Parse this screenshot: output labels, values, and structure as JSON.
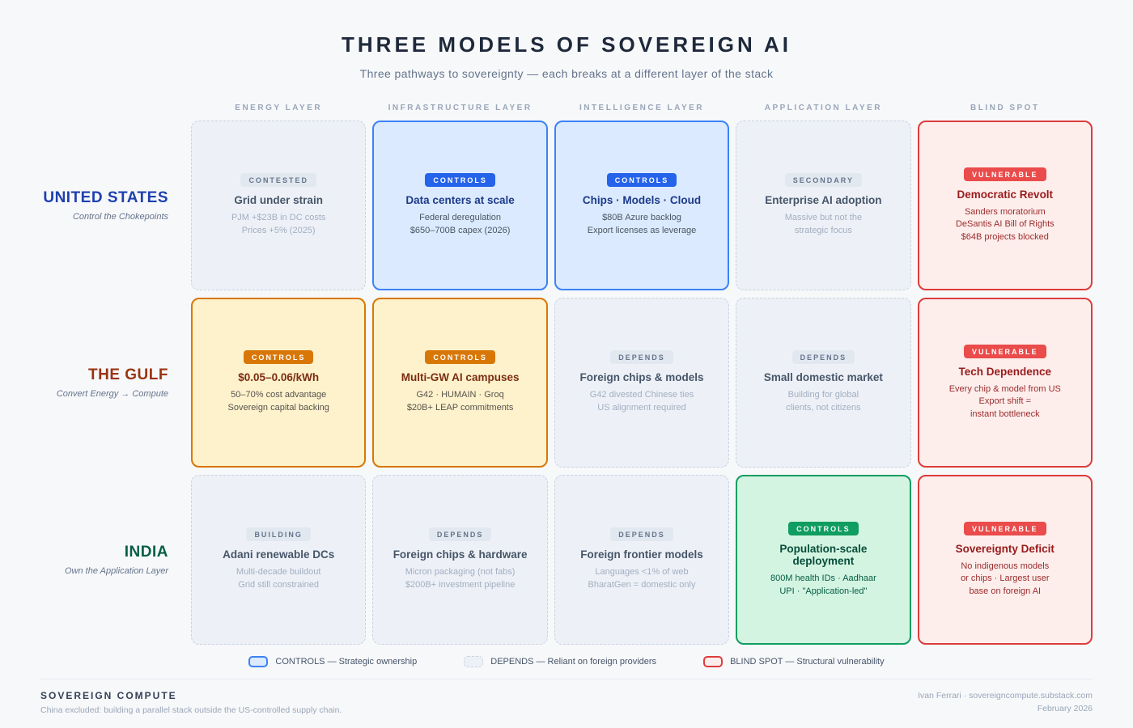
{
  "header": {
    "title": "THREE MODELS OF SOVEREIGN AI",
    "subtitle": "Three pathways to sovereignty — each breaks at a different layer of the stack"
  },
  "columns": [
    "ENERGY LAYER",
    "INFRASTRUCTURE LAYER",
    "INTELLIGENCE LAYER",
    "APPLICATION LAYER",
    "BLIND SPOT"
  ],
  "rows": [
    {
      "label": "UNITED STATES",
      "tagline": "Control the Chokepoints",
      "label_color": "#1e40af",
      "cells": [
        {
          "type": "neutral",
          "badge": "CONTESTED",
          "title": "Grid under strain",
          "lines": [
            "PJM +$23B in DC costs",
            "Prices +5% (2025)"
          ]
        },
        {
          "type": "controls-blue",
          "badge": "CONTROLS",
          "title": "Data centers at scale",
          "lines": [
            "Federal deregulation",
            "$650–700B capex (2026)"
          ]
        },
        {
          "type": "controls-blue",
          "badge": "CONTROLS",
          "title": "Chips · Models · Cloud",
          "lines": [
            "$80B Azure backlog",
            "Export licenses as leverage"
          ]
        },
        {
          "type": "neutral",
          "badge": "SECONDARY",
          "title": "Enterprise AI adoption",
          "lines": [
            "Massive but not the",
            "strategic focus"
          ]
        },
        {
          "type": "vulnerable",
          "badge": "VULNERABLE",
          "title": "Democratic Revolt",
          "lines": [
            "Sanders moratorium",
            "DeSantis AI Bill of Rights",
            "$64B projects blocked"
          ]
        }
      ]
    },
    {
      "label": "THE GULF",
      "tagline": "Convert Energy → Compute",
      "label_color": "#9a3412",
      "cells": [
        {
          "type": "controls-orange",
          "badge": "CONTROLS",
          "title": "$0.05–0.06/kWh",
          "lines": [
            "50–70% cost advantage",
            "Sovereign capital backing"
          ]
        },
        {
          "type": "controls-orange",
          "badge": "CONTROLS",
          "title": "Multi-GW AI campuses",
          "lines": [
            "G42 · HUMAIN · Groq",
            "$20B+ LEAP commitments"
          ]
        },
        {
          "type": "neutral",
          "badge": "DEPENDS",
          "title": "Foreign chips & models",
          "lines": [
            "G42 divested Chinese ties",
            "US alignment required"
          ]
        },
        {
          "type": "neutral",
          "badge": "DEPENDS",
          "title": "Small domestic market",
          "lines": [
            "Building for global",
            "clients, not citizens"
          ]
        },
        {
          "type": "vulnerable",
          "badge": "VULNERABLE",
          "title": "Tech Dependence",
          "lines": [
            "Every chip & model from US",
            "Export shift =",
            "instant bottleneck"
          ]
        }
      ]
    },
    {
      "label": "INDIA",
      "tagline": "Own the Application Layer",
      "label_color": "#065f46",
      "cells": [
        {
          "type": "neutral",
          "badge": "BUILDING",
          "title": "Adani renewable DCs",
          "lines": [
            "Multi-decade buildout",
            "Grid still constrained"
          ]
        },
        {
          "type": "neutral",
          "badge": "DEPENDS",
          "title": "Foreign chips & hardware",
          "lines": [
            "Micron packaging (not fabs)",
            "$200B+ investment pipeline"
          ]
        },
        {
          "type": "neutral",
          "badge": "DEPENDS",
          "title": "Foreign frontier models",
          "lines": [
            "Languages <1% of web",
            "BharatGen = domestic only"
          ]
        },
        {
          "type": "controls-green",
          "badge": "CONTROLS",
          "title": "Population-scale deployment",
          "lines": [
            "800M health IDs · Aadhaar",
            "UPI · \"Application-led\""
          ]
        },
        {
          "type": "vulnerable",
          "badge": "VULNERABLE",
          "title": "Sovereignty Deficit",
          "lines": [
            "No indigenous models",
            "or chips · Largest user",
            "base on foreign AI"
          ]
        }
      ]
    }
  ],
  "legend": [
    {
      "swatch": "controls",
      "text": "CONTROLS — Strategic ownership"
    },
    {
      "swatch": "depends",
      "text": "DEPENDS — Reliant on foreign providers"
    },
    {
      "swatch": "blindspot",
      "text": "BLIND SPOT — Structural vulnerability"
    }
  ],
  "footer": {
    "brand": "SOVEREIGN COMPUTE",
    "note": "China excluded: building a parallel stack outside the US-controlled supply chain.",
    "credit": "Ivan Ferrari · sovereigncompute.substack.com",
    "date": "February 2026"
  },
  "palette": {
    "page_bg": "#f7f8fa",
    "blue_badge": "#2563eb",
    "blue_border": "#3b82f6",
    "blue_bg": "#dbeafe",
    "blue_title": "#1e3a8a",
    "blue_body": "#4b5563",
    "orange_badge": "#d97706",
    "orange_border": "#d97706",
    "orange_bg": "#fdf2cc",
    "orange_title": "#7c2d12",
    "orange_body": "#57534e",
    "green_badge": "#0f9d62",
    "green_border": "#0f9d62",
    "green_bg": "#d4f4e2",
    "green_title": "#064e3b",
    "green_body": "#065f46",
    "red_badge": "#ea4b4b",
    "red_border": "#dd3c3c",
    "red_bg": "#fdeeec",
    "red_title": "#991b1b",
    "red_body": "#9b2c2c",
    "neutral_bg": "#edf1f7",
    "neutral_border": "#c9d3e0",
    "neutral_badge_bg": "#e2e8f0",
    "neutral_badge_text": "#64748b",
    "neutral_title": "#475569",
    "neutral_body": "#a3aec0"
  }
}
